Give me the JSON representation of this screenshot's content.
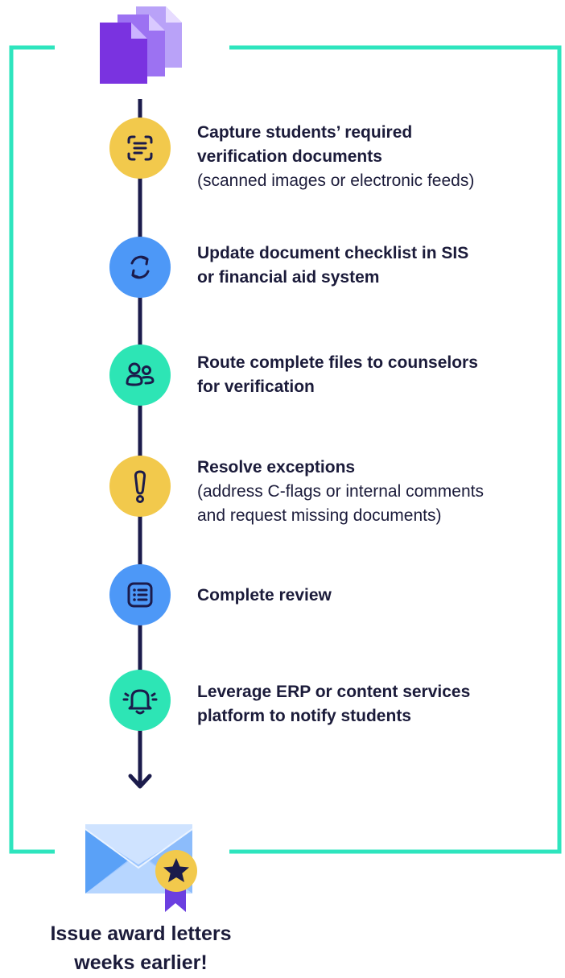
{
  "colors": {
    "teal_border": "#2ee5be",
    "navy_line": "#1b1b4b",
    "yellow": "#f2c94c",
    "blue": "#4d98f7",
    "green": "#2de5b5",
    "purple_front": "#7c3aed",
    "purple_back": "#a77cf7",
    "envelope_light": "#cfe3ff",
    "envelope_mid": "#9ec7ff",
    "envelope_dark": "#5aa1f7",
    "ribbon": "#6b3fe0"
  },
  "header_icon": "documents-icon",
  "steps": [
    {
      "icon": "scan-document-icon",
      "color": "yellow",
      "title": "Capture students’ required\nverification documents",
      "subtitle": "(scanned images or electronic feeds)"
    },
    {
      "icon": "refresh-icon",
      "color": "blue",
      "title": "Update document checklist in SIS\nor financial aid system",
      "subtitle": ""
    },
    {
      "icon": "users-icon",
      "color": "green",
      "title": "Route complete files to counselors\nfor verification",
      "subtitle": ""
    },
    {
      "icon": "exclamation-icon",
      "color": "yellow",
      "title": "Resolve exceptions",
      "subtitle": "(address C-flags or internal comments\nand request missing documents)"
    },
    {
      "icon": "list-icon",
      "color": "blue",
      "title": "Complete review",
      "subtitle": ""
    },
    {
      "icon": "bell-icon",
      "color": "green",
      "title": "Leverage ERP or content services\nplatform to notify students",
      "subtitle": ""
    }
  ],
  "footer": {
    "icon": "award-envelope-icon",
    "text": "Issue award letters\nweeks earlier!"
  }
}
